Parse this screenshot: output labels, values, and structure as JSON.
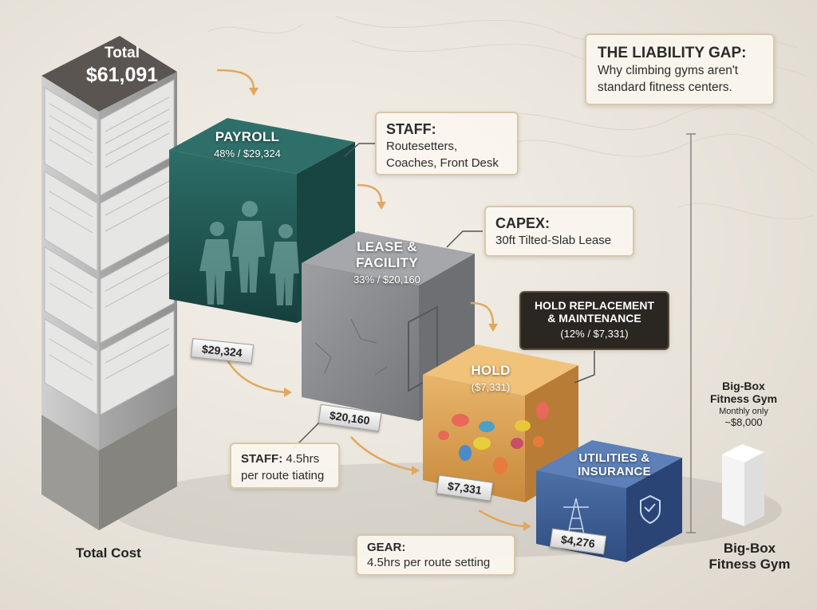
{
  "total": {
    "title": "Total",
    "amount": "$61,091",
    "caption": "Total Cost"
  },
  "liability": {
    "title": "THE LIABILITY GAP:",
    "line1": "Why climbing gyms aren't",
    "line2": "standard fitness centers."
  },
  "blocks": {
    "payroll": {
      "title": "PAYROLL",
      "sub": "48% / $29,324",
      "tag": "$29,324"
    },
    "lease": {
      "title_line1": "LEASE &",
      "title_line2": "FACILITY",
      "sub": "33% / $20,160",
      "tag": "$20,160"
    },
    "hold": {
      "title": "HOLD",
      "sub": "($7,331)",
      "tag": "$7,331"
    },
    "utilities": {
      "title_line1": "UTILITIES &",
      "title_line2": "INSURANCE",
      "tag": "$4,276"
    }
  },
  "callouts": {
    "staff": {
      "head": "STAFF:",
      "line1": "Routesetters,",
      "line2": "Coaches, Front Desk"
    },
    "capex": {
      "head": "CAPEX:",
      "line1": "30ft Tilted-Slab Lease"
    },
    "hold_replacement": {
      "line1": "HOLD REPLACEMENT",
      "line2": "& MAINTENANCE",
      "line3": "(12% / $7,331)"
    },
    "staff_routes": {
      "head": "STAFF:",
      "head_rest": " 4.5hrs",
      "line1": "per route tiating"
    },
    "gear": {
      "head": "GEAR:",
      "line1": "4.5hrs per route setting"
    }
  },
  "bigbox": {
    "title_line1": "Big-Box",
    "title_line2": "Fitness Gym",
    "sub": "Monthly only",
    "amount": "~$8,000",
    "caption_line1": "Big-Box",
    "caption_line2": "Fitness Gym"
  },
  "colors": {
    "payroll": "#1f5450",
    "lease": "#8a8b8d",
    "hold": "#d9a257",
    "utilities": "#3b5c92",
    "accent": "#d9a25a",
    "dark_callout": "#2a2622"
  }
}
